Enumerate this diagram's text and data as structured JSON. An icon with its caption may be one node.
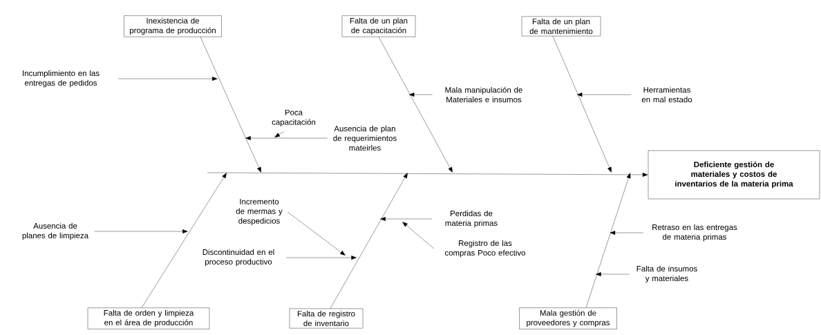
{
  "diagram": {
    "nodes": [
      {
        "text": [
          "Inexistencia de programa de producción"
        ]
      },
      {
        "text": [
          "Falta de un plan de capacitación"
        ]
      },
      {
        "text": [
          "Falta de un plan de mantenimiento"
        ]
      },
      {
        "text": [
          "Deficiente gestión de materiales y costos de inventarios de la materia prima"
        ]
      },
      {
        "text": [
          "Falta de orden y limpieza en el área de producción"
        ]
      },
      {
        "text": [
          "Falta de registro de inventario"
        ]
      },
      {
        "text": [
          "Mala gestión de proveedores y compras"
        ]
      },
      {
        "text": [
          "Incumplimiento en las entregas de pedidos"
        ]
      },
      {
        "text": [
          "Poca capacitación"
        ]
      },
      {
        "text": [
          "Ausencia de plan de requerimientos mateirles"
        ]
      },
      {
        "text": [
          "Mala manipulación de Materiales e insumos"
        ]
      },
      {
        "text": [
          "Herramientas en mal estado"
        ]
      },
      {
        "text": [
          "Ausencia de planes de limpieza"
        ]
      },
      {
        "text": [
          "Incremento de mermas y despedicios"
        ]
      },
      {
        "text": [
          "Discontinuidad en el proceso productivo"
        ]
      },
      {
        "text": [
          "Perdidas de materia primas"
        ]
      },
      {
        "text": [
          "Registro de las compras Poco efectivo"
        ]
      },
      {
        "text": [
          "Retraso en las entregas de materia primas"
        ]
      },
      {
        "text": [
          "Falta de insumos y materiales"
        ]
      }
    ],
    "edges": [
      {
        "from": 0,
        "to": null,
        "arrow": "to"
      },
      {
        "from": 1,
        "to": null,
        "arrow": "to"
      },
      {
        "from": 2,
        "to": null,
        "arrow": "to"
      },
      {
        "from": 4,
        "to": null,
        "arrow": "to"
      },
      {
        "from": 5,
        "to": null,
        "arrow": "to"
      },
      {
        "from": 6,
        "to": null,
        "arrow": "to"
      },
      {
        "from": null,
        "to": 3,
        "arrow": "to"
      },
      {
        "from": 7,
        "to": null,
        "arrow": "to"
      },
      {
        "from": 8,
        "to": null,
        "arrow": "to"
      },
      {
        "from": 9,
        "to": null,
        "arrow": "to"
      },
      {
        "from": 10,
        "to": null,
        "arrow": "to"
      },
      {
        "from": 11,
        "to": null,
        "arrow": "to"
      },
      {
        "from": 12,
        "to": null,
        "arrow": "to"
      },
      {
        "from": 13,
        "to": null,
        "arrow": "to"
      },
      {
        "from": 14,
        "to": null,
        "arrow": "to"
      },
      {
        "from": 15,
        "to": null,
        "arrow": "to"
      },
      {
        "from": 16,
        "to": null,
        "arrow": "to"
      },
      {
        "from": 17,
        "to": null,
        "arrow": "to"
      },
      {
        "from": 18,
        "to": null,
        "arrow": "to"
      }
    ]
  }
}
